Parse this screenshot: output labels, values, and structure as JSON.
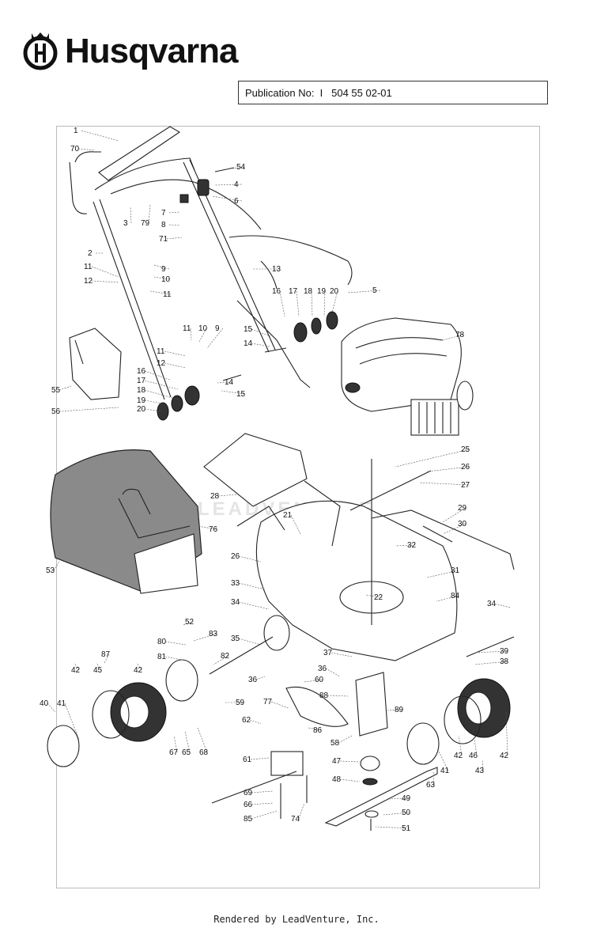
{
  "brand": {
    "name": "Husqvarna"
  },
  "publication": {
    "text": "Publication No:  I   504 55 02-01"
  },
  "watermark": {
    "text": "LEADVENTURE"
  },
  "footer": {
    "text": "Rendered by LeadVenture, Inc."
  },
  "labels": [
    "1",
    "70",
    "54",
    "4",
    "6",
    "3",
    "79",
    "7",
    "8",
    "71",
    "2",
    "9",
    "10",
    "11",
    "12",
    "11",
    "13",
    "5",
    "16",
    "17",
    "18",
    "19",
    "20",
    "15",
    "14",
    "78",
    "11",
    "10",
    "9",
    "11",
    "12",
    "16",
    "17",
    "18",
    "19",
    "20",
    "14",
    "15",
    "55",
    "56",
    "25",
    "26",
    "27",
    "28",
    "29",
    "30",
    "76",
    "21",
    "32",
    "26",
    "31",
    "53",
    "33",
    "22",
    "84",
    "34",
    "34",
    "52",
    "80",
    "83",
    "35",
    "81",
    "82",
    "37",
    "39",
    "38",
    "87",
    "42",
    "45",
    "42",
    "36",
    "60",
    "59",
    "36",
    "88",
    "89",
    "77",
    "40",
    "41",
    "86",
    "62",
    "67",
    "65",
    "68",
    "58",
    "61",
    "47",
    "42",
    "46",
    "42",
    "41",
    "43",
    "63",
    "48",
    "69",
    "49",
    "66",
    "50",
    "85",
    "74",
    "51"
  ]
}
